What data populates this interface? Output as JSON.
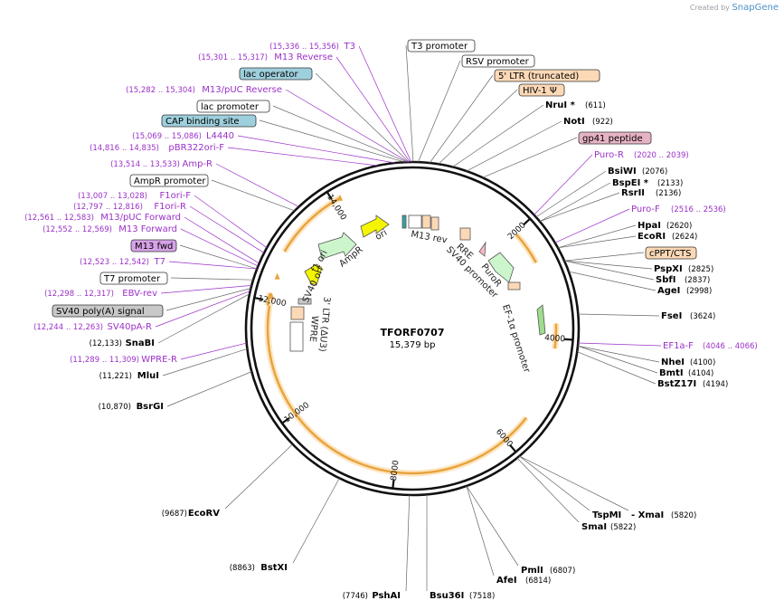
{
  "credit": {
    "prefix": "Created by",
    "brand": "SnapGene"
  },
  "map": {
    "name": "TFORF0707",
    "length": "15,379 bp",
    "ticks": [
      "2000",
      "4000",
      "6000",
      "8000",
      "10,000",
      "12,000",
      "14,000"
    ]
  },
  "colors": {
    "primer": "#9b30c8",
    "site": "#000000",
    "orf": "#e8a43c",
    "promoter_fill": "#ffffff",
    "ltr_fill": "#fcd9b6",
    "lac_fill": "#9ecfdc",
    "hiv_fill": "#fcd9b6",
    "gp41_fill": "#e6b3c4",
    "m13_fill": "#d7a3e8",
    "polyA_fill": "#c8c8c8",
    "ori_fill": "#f5f500",
    "ampr_fill": "#ccf5cc",
    "puro_fill": "#ccf5cc"
  },
  "labels": {
    "right": [
      {
        "text": "T3 promoter",
        "kind": "box",
        "fill": "#ffffff"
      },
      {
        "text": "RSV promoter",
        "kind": "box",
        "fill": "#ffffff"
      },
      {
        "text": "5' LTR (truncated)",
        "kind": "box",
        "fill": "#fcd9b6"
      },
      {
        "text": "HIV-1 Ψ",
        "kind": "box",
        "fill": "#fcd9b6"
      },
      {
        "text": "NruI *",
        "kind": "site",
        "pos": "(611)"
      },
      {
        "text": "NotI",
        "kind": "site",
        "pos": "(922)"
      },
      {
        "text": "gp41 peptide",
        "kind": "box",
        "fill": "#e6b3c4"
      },
      {
        "text": "Puro-R",
        "kind": "primer",
        "pos": "(2020 .. 2039)"
      },
      {
        "text": "BsiWI",
        "kind": "site",
        "pos": "(2076)"
      },
      {
        "text": "BspEI *",
        "kind": "site",
        "pos": "(2133)"
      },
      {
        "text": "RsrII",
        "kind": "site",
        "pos": "(2136)"
      },
      {
        "text": "Puro-F",
        "kind": "primer",
        "pos": "(2516 .. 2536)"
      },
      {
        "text": "HpaI",
        "kind": "site",
        "pos": "(2620)"
      },
      {
        "text": "EcoRI",
        "kind": "site",
        "pos": "(2624)"
      },
      {
        "text": "cPPT/CTS",
        "kind": "box",
        "fill": "#fcd9b6"
      },
      {
        "text": "PspXI",
        "kind": "site",
        "pos": "(2825)"
      },
      {
        "text": "SbfI",
        "kind": "site",
        "pos": "(2837)"
      },
      {
        "text": "AgeI",
        "kind": "site",
        "pos": "(2998)"
      },
      {
        "text": "FseI",
        "kind": "site",
        "pos": "(3624)"
      },
      {
        "text": "EF1a-F",
        "kind": "primer",
        "pos": "(4046 .. 4066)"
      },
      {
        "text": "NheI",
        "kind": "site",
        "pos": "(4100)"
      },
      {
        "text": "BmtI",
        "kind": "site",
        "pos": "(4104)"
      },
      {
        "text": "BstZ17I",
        "kind": "site",
        "pos": "(4194)"
      }
    ],
    "bottom": [
      {
        "text": "TspMI",
        "kind": "site",
        "pos": ""
      },
      {
        "text": "- XmaI",
        "kind": "site",
        "pos": "(5820)"
      },
      {
        "text": "SmaI",
        "kind": "site",
        "pos": "(5822)"
      },
      {
        "text": "PmlI",
        "kind": "site",
        "pos": "(6807)"
      },
      {
        "text": "AfeI",
        "kind": "site",
        "pos": "(6814)"
      },
      {
        "text": "Bsu36I",
        "kind": "site",
        "pos": "(7518)"
      },
      {
        "text": "PshAI",
        "kind": "site",
        "pos": "(7746)",
        "left": true
      },
      {
        "text": "BstXI",
        "kind": "site",
        "pos": "(8863)",
        "left": true
      },
      {
        "text": "EcoRV",
        "kind": "site",
        "pos": "(9687)",
        "left": true
      }
    ],
    "left": [
      {
        "text": "T3",
        "kind": "primer",
        "pos": "(15,336 .. 15,356)"
      },
      {
        "text": "M13 Reverse",
        "kind": "primer",
        "pos": "(15,301 .. 15,317)"
      },
      {
        "text": "lac operator",
        "kind": "box",
        "fill": "#9ecfdc"
      },
      {
        "text": "M13/pUC Reverse",
        "kind": "primer",
        "pos": "(15,282 .. 15,304)"
      },
      {
        "text": "lac promoter",
        "kind": "box",
        "fill": "#ffffff"
      },
      {
        "text": "CAP binding site",
        "kind": "box",
        "fill": "#9ecfdc"
      },
      {
        "text": "L4440",
        "kind": "primer",
        "pos": "(15,069 .. 15,086)"
      },
      {
        "text": "pBR322ori-F",
        "kind": "primer",
        "pos": "(14,816 .. 14,835)"
      },
      {
        "text": "Amp-R",
        "kind": "primer",
        "pos": "(13,514 .. 13,533)"
      },
      {
        "text": "AmpR promoter",
        "kind": "box",
        "fill": "#ffffff"
      },
      {
        "text": "F1ori-F",
        "kind": "primer",
        "pos": "(13,007 .. 13,028)"
      },
      {
        "text": "F1ori-R",
        "kind": "primer",
        "pos": "(12,797 .. 12,816)"
      },
      {
        "text": "M13/pUC Forward",
        "kind": "primer",
        "pos": "(12,561 .. 12,583)"
      },
      {
        "text": "M13 Forward",
        "kind": "primer",
        "pos": "(12,552 .. 12,569)"
      },
      {
        "text": "M13 fwd",
        "kind": "box",
        "fill": "#d7a3e8"
      },
      {
        "text": "T7",
        "kind": "primer",
        "pos": "(12,523 .. 12,542)"
      },
      {
        "text": "T7 promoter",
        "kind": "box",
        "fill": "#ffffff"
      },
      {
        "text": "EBV-rev",
        "kind": "primer",
        "pos": "(12,298 .. 12,317)"
      },
      {
        "text": "SV40 poly(A) signal",
        "kind": "box",
        "fill": "#c8c8c8"
      },
      {
        "text": "SV40pA-R",
        "kind": "primer",
        "pos": "(12,244 .. 12,263)"
      },
      {
        "text": "SnaBI",
        "kind": "site",
        "pos": "(12,133)"
      },
      {
        "text": "WPRE-R",
        "kind": "primer",
        "pos": "(11,289 .. 11,309)"
      },
      {
        "text": "MluI",
        "kind": "site",
        "pos": "(11,221)"
      },
      {
        "text": "BsrGI",
        "kind": "site",
        "pos": "(10,870)"
      }
    ],
    "inner": [
      "M13 rev",
      "RRE",
      "SV40 promoter",
      "PuroR",
      "EF-1α promoter",
      "ori",
      "AmpR",
      "f1 ori",
      "SV40 ori",
      "3' LTR (ΔU3)",
      "WPRE"
    ]
  }
}
